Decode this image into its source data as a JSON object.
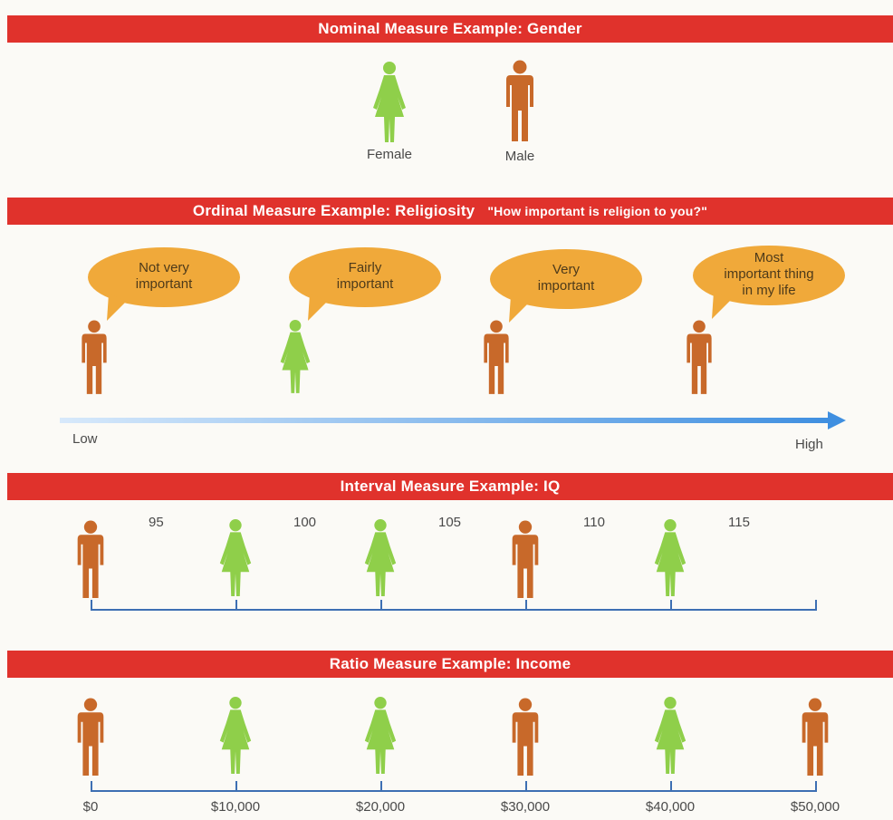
{
  "colors": {
    "banner": "#e0322c",
    "female": "#8fcf4a",
    "male": "#c8692a",
    "bubble": "#f0a93a",
    "axis": "#3d6fb3",
    "arrow": "#5aa0e0"
  },
  "nominal": {
    "title": "Nominal Measure Example:  Gender",
    "female_label": "Female",
    "male_label": "Male"
  },
  "ordinal": {
    "title": "Ordinal Measure Example:  Religiosity",
    "question": "\"How important is religion to you?\"",
    "items": [
      {
        "text": "Not very\nimportant",
        "person": "male"
      },
      {
        "text": "Fairly\nimportant",
        "person": "female"
      },
      {
        "text": "Very\nimportant",
        "person": "male"
      },
      {
        "text": "Most\nimportant thing\nin my life",
        "person": "male"
      }
    ],
    "low_label": "Low",
    "high_label": "High"
  },
  "interval": {
    "title": "Interval Measure Example:  IQ",
    "items": [
      {
        "value": "95",
        "person": "male"
      },
      {
        "value": "100",
        "person": "female"
      },
      {
        "value": "105",
        "person": "female"
      },
      {
        "value": "110",
        "person": "male"
      },
      {
        "value": "115",
        "person": "female"
      }
    ]
  },
  "ratio": {
    "title": "Ratio Measure Example:  Income",
    "items": [
      {
        "value": "$0",
        "person": "male"
      },
      {
        "value": "$10,000",
        "person": "female"
      },
      {
        "value": "$20,000",
        "person": "female"
      },
      {
        "value": "$30,000",
        "person": "male"
      },
      {
        "value": "$40,000",
        "person": "female"
      },
      {
        "value": "$50,000",
        "person": "male"
      }
    ]
  }
}
